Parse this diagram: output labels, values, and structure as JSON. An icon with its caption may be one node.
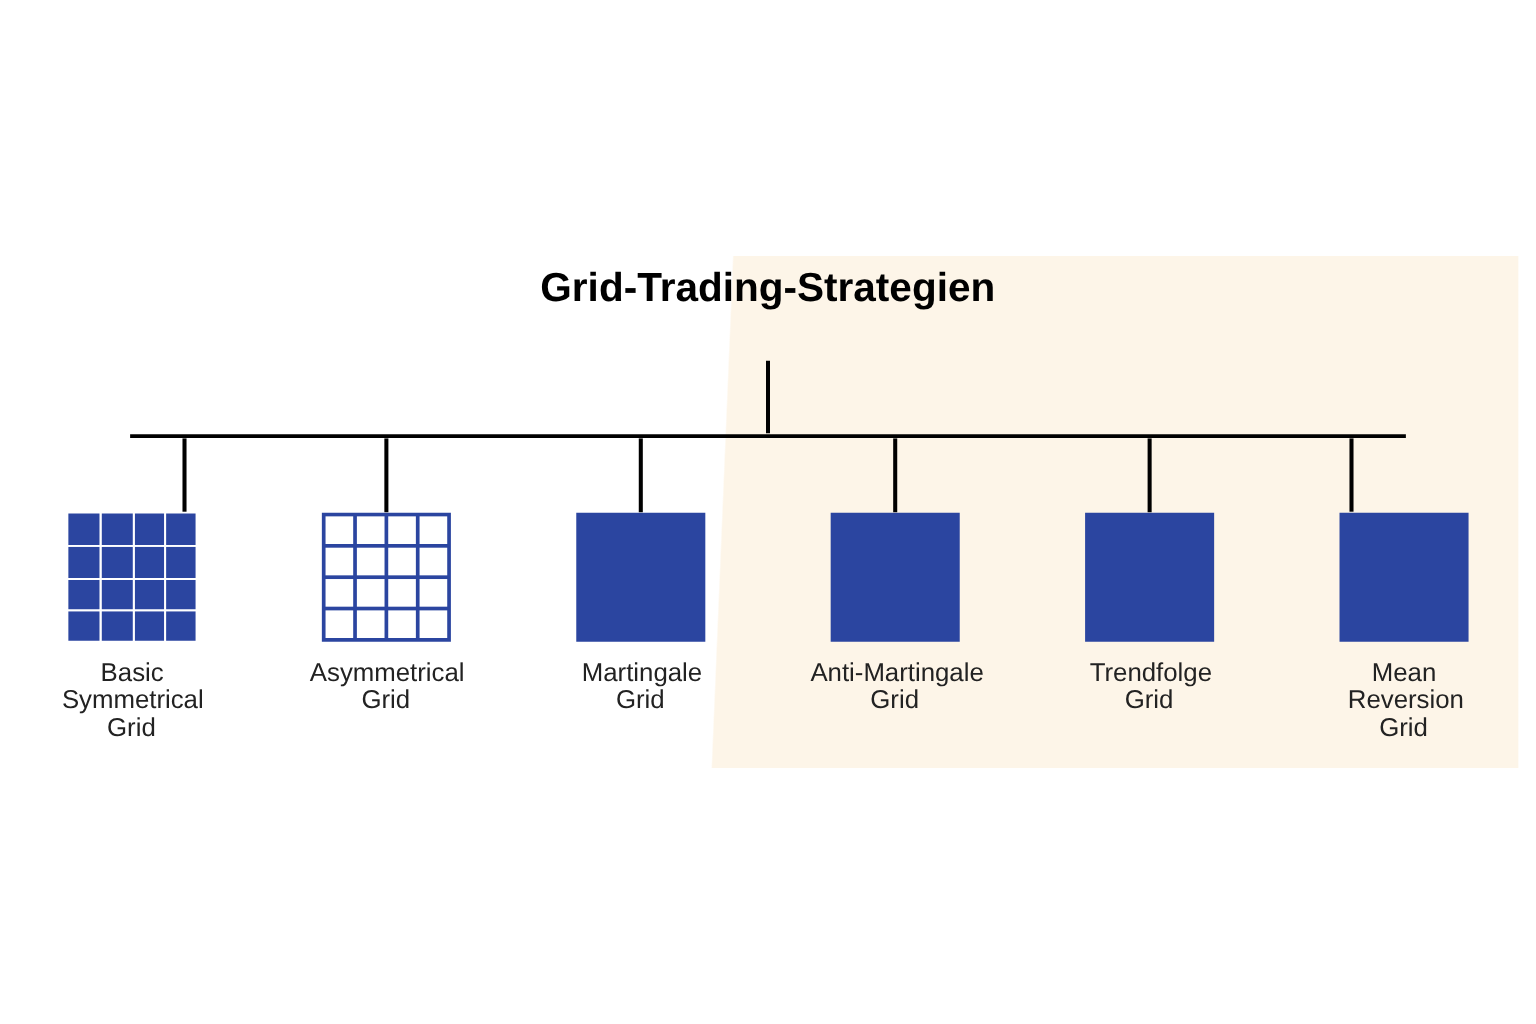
{
  "diagram": {
    "title": "Grid-Trading-Strategien",
    "nodes": [
      {
        "text": [],
        "shape": "bar"
      },
      {
        "text": [
          "Basic Symmetrical Grid"
        ]
      },
      {
        "text": [
          "Asymmetrical Grid"
        ]
      },
      {
        "text": [
          "Martingale Grid"
        ]
      },
      {
        "text": [
          "Anti-Martingale Grid"
        ]
      },
      {
        "text": [
          "Trendfolge Grid"
        ]
      },
      {
        "text": [
          "Mean Reversion Grid"
        ]
      }
    ],
    "edges": [
      {
        "from": null,
        "to": 0,
        "arrow": "none"
      },
      {
        "from": 0,
        "to": 1,
        "arrow": "none"
      },
      {
        "from": 0,
        "to": 2,
        "arrow": "none"
      },
      {
        "from": 0,
        "to": 3,
        "arrow": "none"
      },
      {
        "from": 0,
        "to": 4,
        "arrow": "none"
      },
      {
        "from": 0,
        "to": 5,
        "arrow": "none"
      },
      {
        "from": 0,
        "to": 6,
        "arrow": "none"
      }
    ]
  }
}
